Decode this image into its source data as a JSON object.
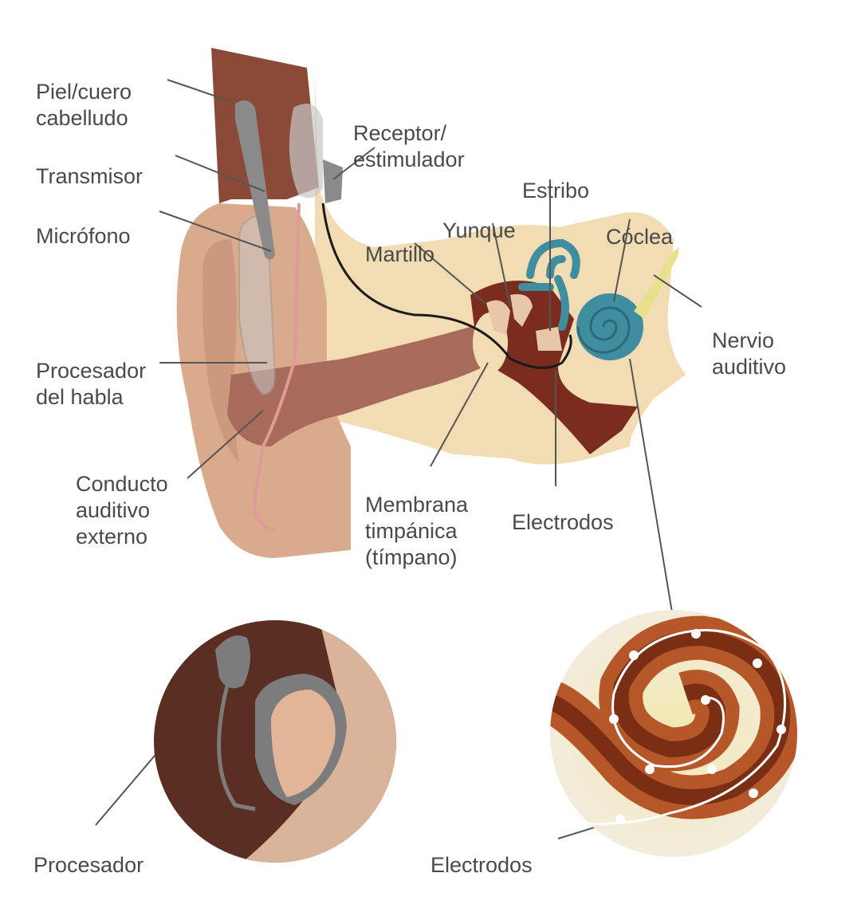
{
  "labels": {
    "scalp": [
      "Piel/cuero",
      "cabelludo"
    ],
    "transmitter": [
      "Transmisor"
    ],
    "microphone": [
      "Micrófono"
    ],
    "receiver": [
      "Receptor/",
      "estimulador"
    ],
    "stapes": [
      "Estribo"
    ],
    "incus": [
      "Yunque"
    ],
    "malleus": [
      "Martillo"
    ],
    "cochlea": [
      "Cóclea"
    ],
    "auditory_nerve": [
      "Nervio",
      "auditivo"
    ],
    "speech_processor": [
      "Procesador",
      "del habla"
    ],
    "ear_canal": [
      "Conducto",
      "auditivo",
      "externo"
    ],
    "eardrum": [
      "Membrana",
      "timpánica",
      "(tímpano)"
    ],
    "electrodes_top": [
      "Electrodos"
    ],
    "processor_bottom": [
      "Procesador"
    ],
    "electrodes_bottom": [
      "Electrodos"
    ]
  },
  "colors": {
    "skin": "#d9ab8c",
    "skin_dark": "#b8846a",
    "canal": "#a86a5a",
    "hair": "#8b4a38",
    "bone": "#f1dcb3",
    "middle_ear": "#7a2c1e",
    "cochlea": "#3f8ea0",
    "nerve": "#e8e08a",
    "device": "#8a8a8a",
    "leader_line": "#555555"
  }
}
